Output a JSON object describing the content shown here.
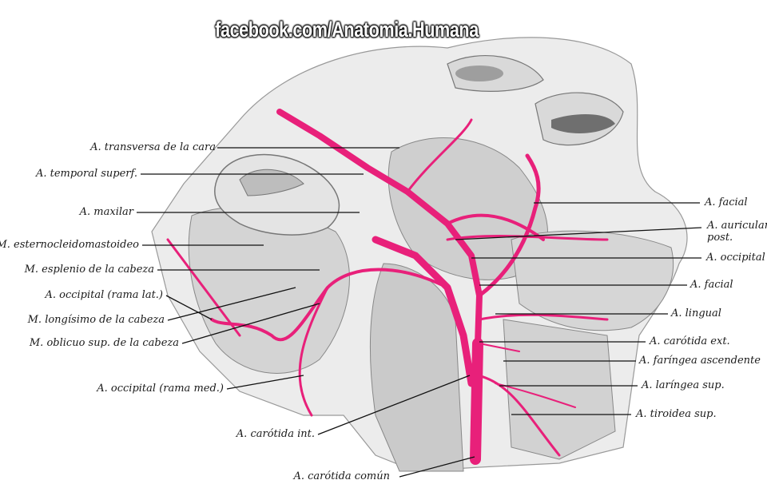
{
  "watermark": "facebook.com/Anatomia.Humana",
  "colors": {
    "artery": "#e8207a",
    "background": "#ffffff",
    "leader": "#111111",
    "muscle": "#c9c9c9",
    "skin": "#e9e9e9"
  },
  "labels_left": [
    "A. transversa de la cara",
    "A. temporal superf.",
    "A. maxilar",
    "M. esternocleidomastoideo",
    "M. esplenio de la cabeza",
    "A. occipital (rama lat.)",
    "M. longísimo de la cabeza",
    "M. oblicuo sup. de la cabeza",
    "A. occipital (rama med.)"
  ],
  "labels_bottom": [
    "A. carótida int.",
    "A. carótida común"
  ],
  "labels_right": [
    "A. facial",
    "A. auricular",
    "post.",
    "A. occipital",
    "A. facial",
    "A. lingual",
    "A. carótida ext.",
    "A. faríngea ascendente",
    "A. laríngea sup.",
    "A. tiroidea sup."
  ]
}
